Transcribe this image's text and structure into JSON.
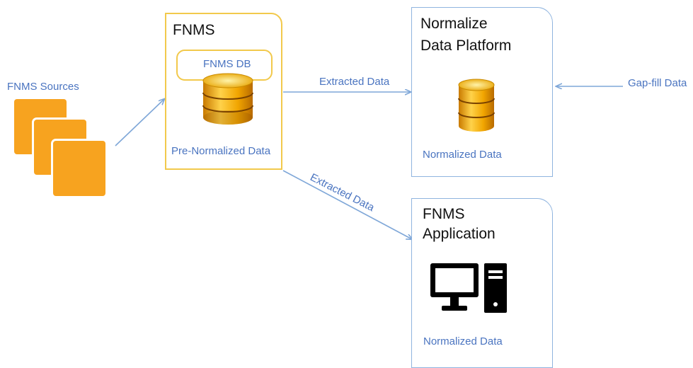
{
  "sources": {
    "label": "FNMS Sources"
  },
  "fnms": {
    "title": "FNMS",
    "db_label": "FNMS DB",
    "data_label": "Pre-Normalized Data",
    "border_color": "#f2c94c"
  },
  "normalize_platform": {
    "title_line1": "Normalize",
    "title_line2": "Data Platform",
    "data_label": "Normalized Data",
    "border_color": "#8fb4df"
  },
  "fnms_application": {
    "title_line1": "FNMS",
    "title_line2": "Application",
    "data_label": "Normalized Data"
  },
  "arrows": {
    "extracted_top": "Extracted Data",
    "extracted_diag": "Extracted Data",
    "gap_fill": "Gap-fill Data"
  },
  "colors": {
    "label_blue": "#4a74c0",
    "arrow_blue": "#7fa7d8",
    "source_orange": "#f7a31f",
    "db_gold": "#f4b400"
  },
  "icons": [
    "database-icon",
    "computer-icon",
    "source-square-icon"
  ]
}
